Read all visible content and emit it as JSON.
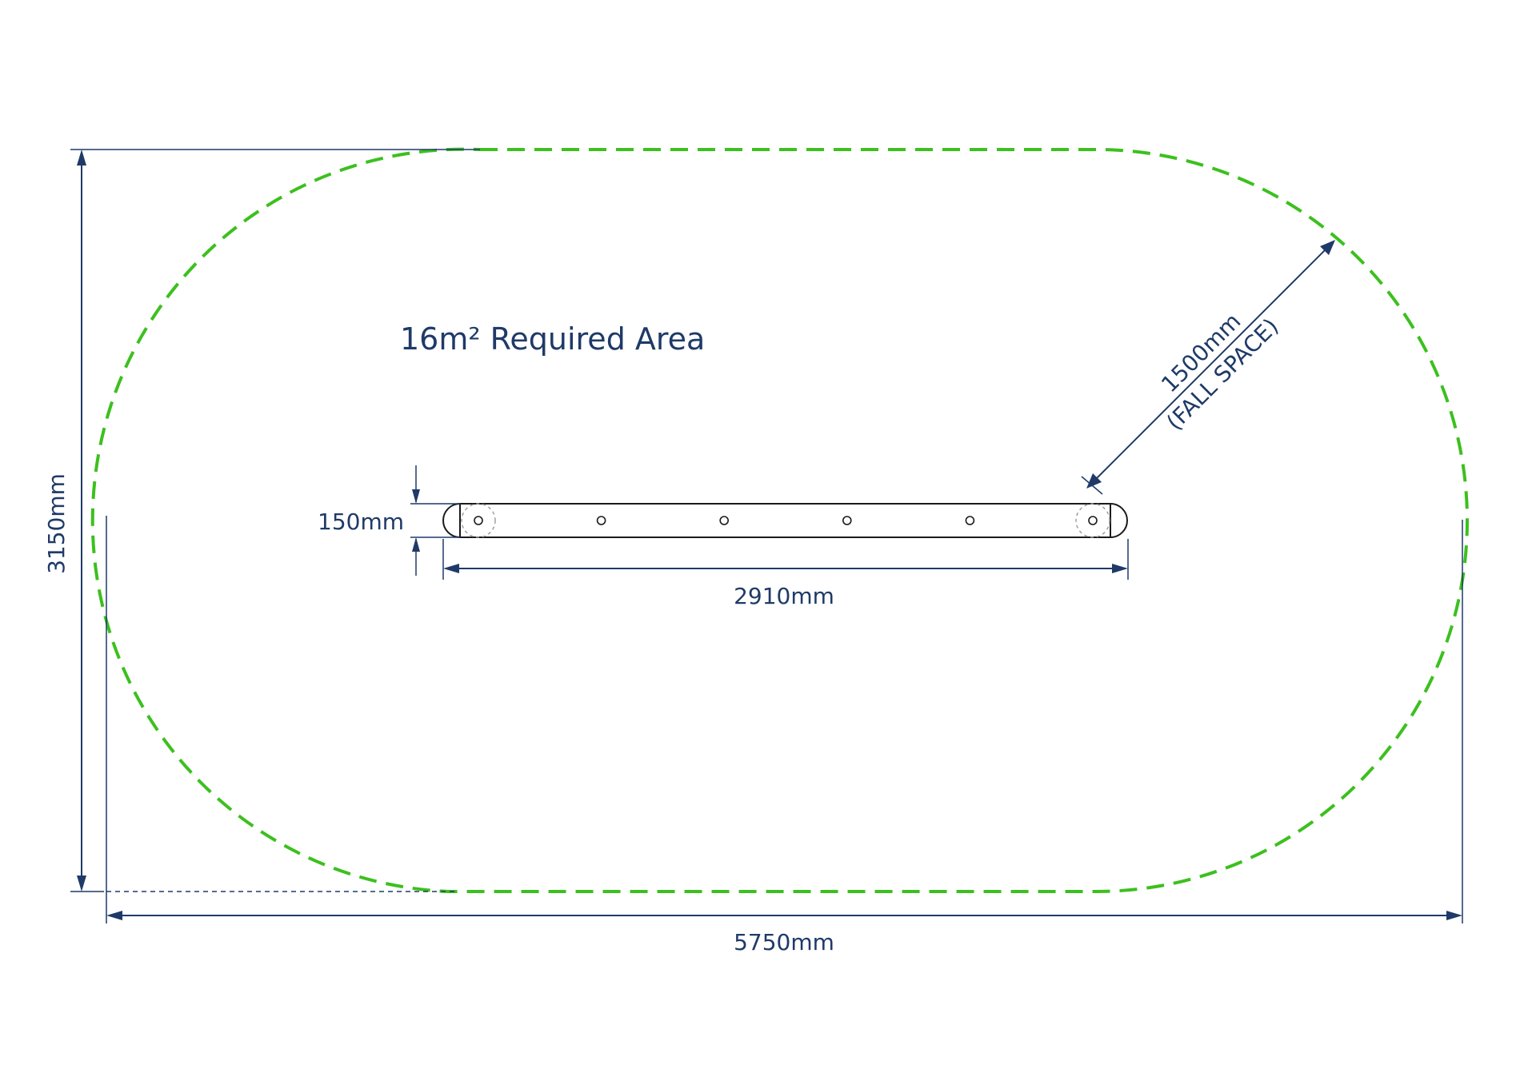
{
  "title": "16m² Required Area",
  "dimensions": {
    "overall_width": "5750mm",
    "overall_depth": "3150mm",
    "beam_length": "2910mm",
    "beam_width": "150mm",
    "fall_space": "1500mm",
    "fall_space_note": "(FALL SPACE)"
  },
  "colors": {
    "fall_zone": "#3cc01e",
    "dimension": "#1f3a68",
    "product": "#1a1a1a"
  },
  "beam": {
    "hole_count": 6
  }
}
